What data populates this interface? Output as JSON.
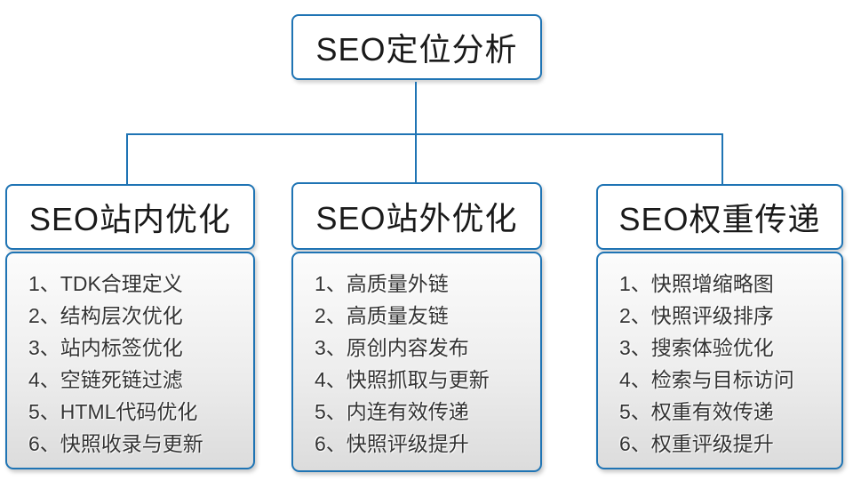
{
  "diagram": {
    "accent_color": "#1F74B4",
    "root_title": "SEO定位分析",
    "branches": [
      {
        "title": "SEO站内优化",
        "items": [
          "1、TDK合理定义",
          "2、结构层次优化",
          "3、站内标签优化",
          "4、空链死链过滤",
          "5、HTML代码优化",
          "6、快照收录与更新"
        ]
      },
      {
        "title": "SEO站外优化",
        "items": [
          "1、高质量外链",
          "2、高质量友链",
          "3、原创内容发布",
          "4、快照抓取与更新",
          "5、内连有效传递",
          "6、快照评级提升"
        ]
      },
      {
        "title": "SEO权重传递",
        "items": [
          "1、快照增缩略图",
          "2、快照评级排序",
          "3、搜索体验优化",
          "4、检索与目标访问",
          "5、权重有效传递",
          "6、权重评级提升"
        ]
      }
    ]
  }
}
